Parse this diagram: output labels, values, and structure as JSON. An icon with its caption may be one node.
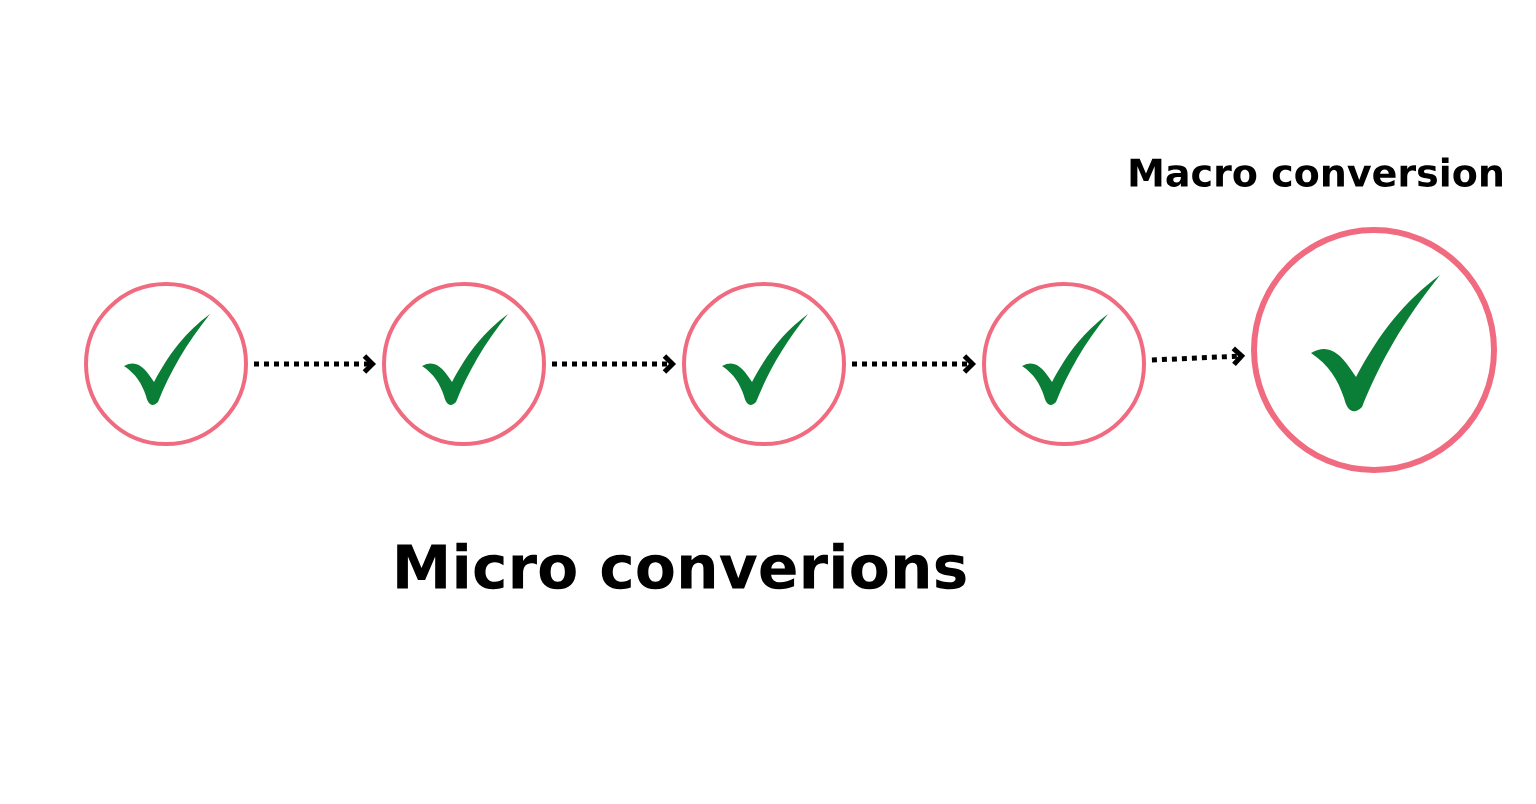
{
  "diagram": {
    "nodes": [
      {
        "text": [],
        "shape": "circle"
      },
      {
        "text": [],
        "shape": "circle"
      },
      {
        "text": [],
        "shape": "circle"
      },
      {
        "text": [],
        "shape": "circle"
      },
      {
        "text": [
          "Macro conversion"
        ]
      }
    ],
    "edges": [
      {
        "from": 0,
        "to": 1,
        "arrow": "to"
      },
      {
        "from": 1,
        "to": 2,
        "arrow": "to"
      },
      {
        "from": 2,
        "to": 3,
        "arrow": "to"
      },
      {
        "from": 3,
        "to": 4,
        "arrow": "to"
      }
    ],
    "labels": [
      "Micro converions"
    ]
  }
}
